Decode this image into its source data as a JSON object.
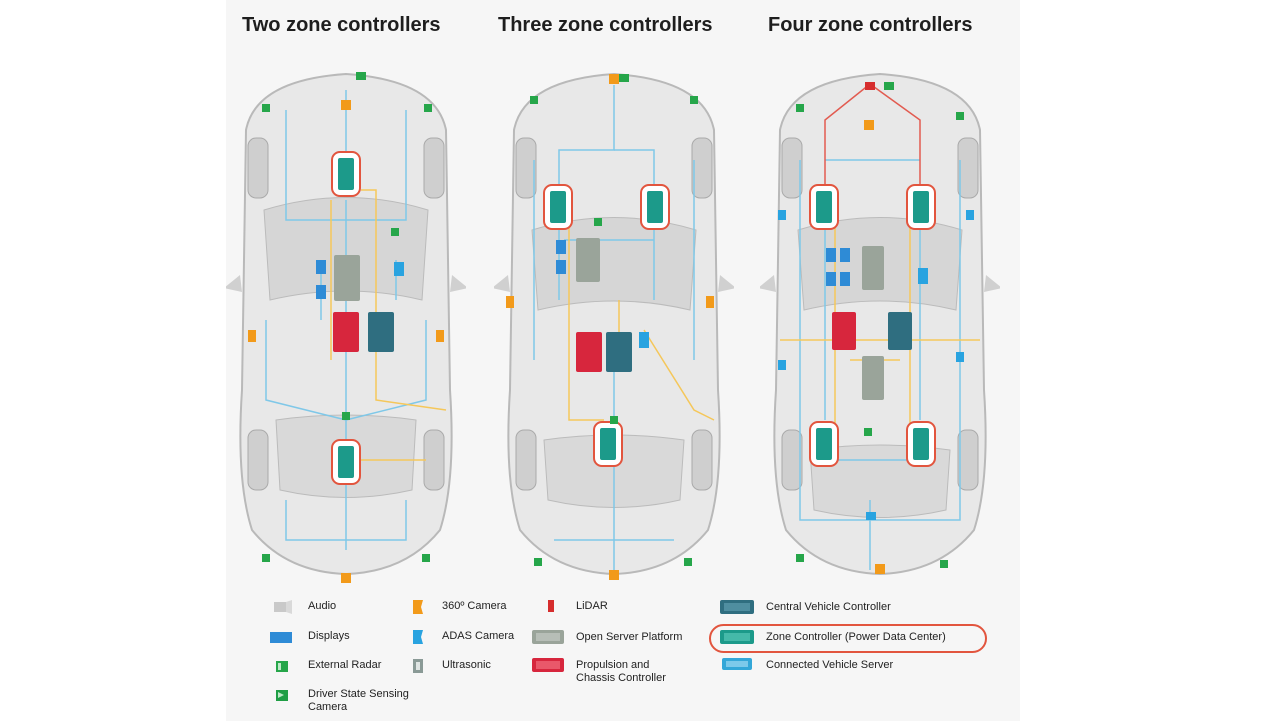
{
  "titles": [
    "Two zone controllers",
    "Three zone controllers",
    "Four zone controllers"
  ],
  "legend": [
    {
      "icon": "audio-icon",
      "label": "Audio",
      "color": "#c9c9c9"
    },
    {
      "icon": "display-icon",
      "label": "Displays",
      "color": "#2e8bd6"
    },
    {
      "icon": "external-radar-icon",
      "label": "External Radar",
      "color": "#26a64a"
    },
    {
      "icon": "driver-camera-icon",
      "label": "Driver State Sensing\nCamera",
      "color": "#1f9e45"
    },
    {
      "icon": "360-camera-icon",
      "label": "360º Camera",
      "color": "#f29a1a"
    },
    {
      "icon": "adas-camera-icon",
      "label": "ADAS Camera",
      "color": "#29a3e0"
    },
    {
      "icon": "ultrasonic-icon",
      "label": "Ultrasonic",
      "color": "#8a9a96"
    },
    {
      "icon": "lidar-icon",
      "label": "LiDAR",
      "color": "#d62d2d"
    },
    {
      "icon": "open-server-icon",
      "label": "Open Server Platform",
      "color": "#9aa49a"
    },
    {
      "icon": "propulsion-icon",
      "label": "Propulsion and\nChassis Controller",
      "color": "#d7263d"
    },
    {
      "icon": "central-vehicle-icon",
      "label": "Central Vehicle Controller",
      "color": "#2f6e80"
    },
    {
      "icon": "zone-controller-icon",
      "label": "Zone Controller (Power Data Center)",
      "color": "#1c9a8a"
    },
    {
      "icon": "connected-server-icon",
      "label": "Connected Vehicle Server",
      "color": "#33a7d8"
    }
  ],
  "colors": {
    "zone_outline": "#e2553e",
    "zone_fill": "#1c9a8a",
    "wire_blue": "#7fc8e8",
    "wire_yellow": "#f5c75a",
    "car_body": "#e3e3e3"
  }
}
